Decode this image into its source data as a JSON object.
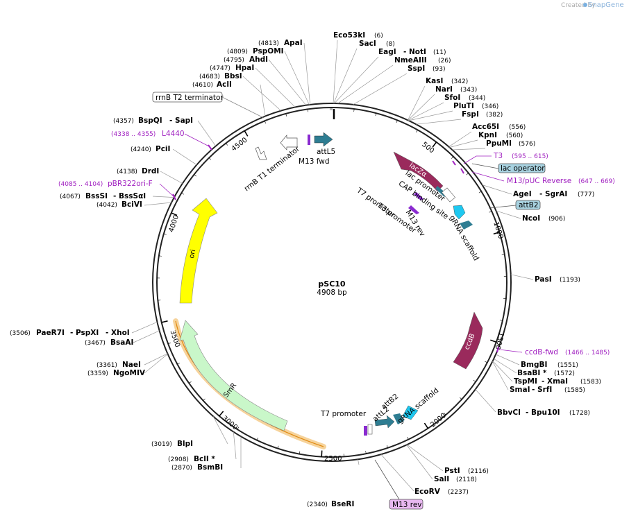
{
  "header": {
    "credit": "Created by",
    "brand": "SnapGene"
  },
  "plasmid": {
    "name": "pSC10",
    "length": "4908 bp",
    "total_bp": 4908
  },
  "ticks": [
    "500",
    "1000",
    "1500",
    "2000",
    "2500",
    "3000",
    "3500",
    "4000",
    "4500"
  ],
  "sites": [
    {
      "name": "Eco53kI",
      "pos": "(6)"
    },
    {
      "name": "SacI",
      "pos": "(8)"
    },
    {
      "name": "EagI",
      "name2": "- NotI",
      "pos": "(11)"
    },
    {
      "name": "NmeAIII",
      "pos": "(26)"
    },
    {
      "name": "SspI",
      "pos": "(93)"
    },
    {
      "name": "KasI",
      "pos": "(342)"
    },
    {
      "name": "NarI",
      "pos": "(343)"
    },
    {
      "name": "SfoI",
      "pos": "(344)"
    },
    {
      "name": "PluTI",
      "pos": "(346)"
    },
    {
      "name": "FspI",
      "pos": "(382)"
    },
    {
      "name": "Acc65I",
      "pos": "(556)"
    },
    {
      "name": "KpnI",
      "pos": "(560)"
    },
    {
      "name": "PpuMI",
      "pos": "(576)"
    },
    {
      "name": "AgeI",
      "name2": "- SgrAI",
      "pos": "(777)"
    },
    {
      "name": "NcoI",
      "pos": "(906)"
    },
    {
      "name": "PasI",
      "pos": "(1193)"
    },
    {
      "name": "BmgBI",
      "pos": "(1551)"
    },
    {
      "name": "BsaBI *",
      "pos": "(1572)"
    },
    {
      "name": "TspMI",
      "name2": "- XmaI",
      "pos": "(1583)"
    },
    {
      "name": "SmaI",
      "name2": "- SrfI",
      "pos": "(1585)"
    },
    {
      "name": "BbvCI",
      "name2": "- Bpu10I",
      "pos": "(1728)"
    },
    {
      "name": "PstI",
      "pos": "(2116)"
    },
    {
      "name": "SalI",
      "pos": "(2118)"
    },
    {
      "name": "EcoRV",
      "pos": "(2237)"
    },
    {
      "name": "BseRI",
      "pos": "(2340)"
    },
    {
      "name": "BsmBI",
      "pos": "(2870)"
    },
    {
      "name": "BclI *",
      "pos": "(2908)"
    },
    {
      "name": "BlpI",
      "pos": "(3019)"
    },
    {
      "name": "NgoMIV",
      "pos": "(3359)"
    },
    {
      "name": "NaeI",
      "pos": "(3361)"
    },
    {
      "name": "BsaAI",
      "pos": "(3467)"
    },
    {
      "name": "PaeR7I",
      "name2": "- PspXI",
      "name3": "- XhoI",
      "pos": "(3506)"
    },
    {
      "name": "BciVI",
      "pos": "(4042)"
    },
    {
      "name": "BssSI",
      "name2": "- BssSαI",
      "pos": "(4067)"
    },
    {
      "name": "DrdI",
      "pos": "(4138)"
    },
    {
      "name": "PciI",
      "pos": "(4240)"
    },
    {
      "name": "BspQI",
      "name2": "- SapI",
      "pos": "(4357)"
    },
    {
      "name": "AclI",
      "pos": "(4610)"
    },
    {
      "name": "BbsI",
      "pos": "(4683)"
    },
    {
      "name": "HpaI",
      "pos": "(4747)"
    },
    {
      "name": "AhdI",
      "pos": "(4795)"
    },
    {
      "name": "PspOMI",
      "pos": "(4809)"
    },
    {
      "name": "ApaI",
      "pos": "(4813)"
    }
  ],
  "primers": [
    {
      "name": "T3",
      "pos": "(595 .. 615)"
    },
    {
      "name": "M13/pUC Reverse",
      "pos": "(647 .. 669)"
    },
    {
      "name": "ccdB-fwd",
      "pos": "(1466 .. 1485)"
    },
    {
      "name": "L4440",
      "pos": "(4338 .. 4355)"
    },
    {
      "name": "pBR322ori-F",
      "pos": "(4085 .. 4104)"
    }
  ],
  "boxed_labels": {
    "rrnb_t2": "rrnB T2 terminator",
    "lac_operator": "lac operator",
    "attb2_box": "attB2",
    "m13_rev_box": "M13 rev"
  },
  "features": {
    "lacza": "lacZα",
    "ccdb": "ccdB",
    "ori": "ori",
    "smr": "SmR",
    "attl5": "attL5",
    "m13_fwd": "M13 fwd",
    "rrnb_t1": "rrnB T1 terminator",
    "lac_promoter": "lac promoter",
    "cap_site": "CAP binding site",
    "grna_1": "gRNA scaffold",
    "t7_promoter_1": "T7 promoter",
    "t3_promoter": "T3 promoter",
    "m13_rev_in": "M13 rev",
    "t7_promoter_2": "T7 promoter",
    "attl2": "attL2",
    "attb2_in": "attB2",
    "grna_2": "gRNA scaffold"
  },
  "colors": {
    "lacza": "#9a2a5c",
    "ccdb": "#9a2a5c",
    "ori": "#ffff00",
    "smr": "#c9f7c9",
    "att": "#2e7d92",
    "grna": "#1ec8f0",
    "primer": "#a020c0",
    "box_blue": "#a8d2e0",
    "box_purple": "#e8b8f0",
    "selection": "#e8a030"
  }
}
